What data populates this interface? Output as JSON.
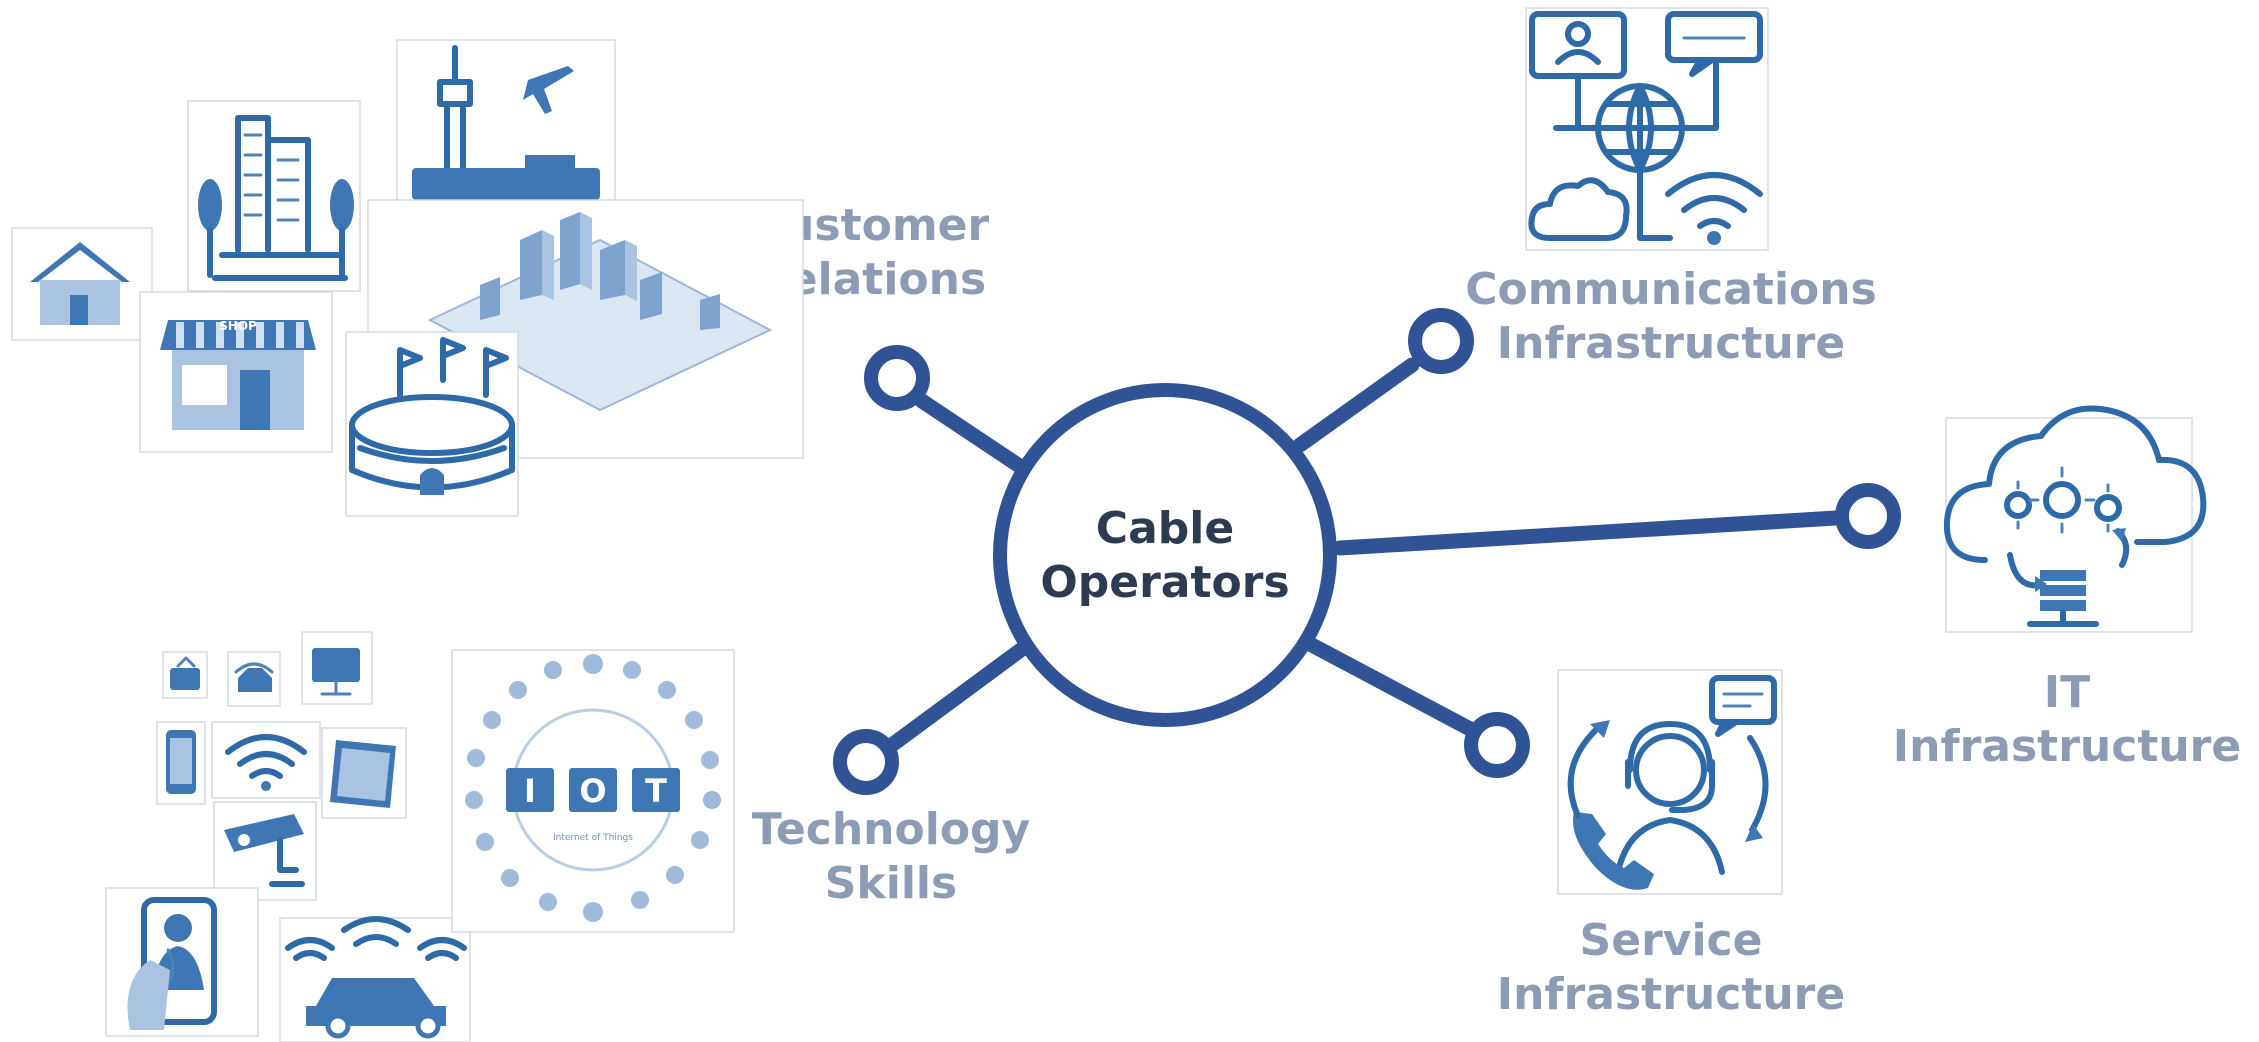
{
  "hub": {
    "line1": "Cable",
    "line2": "Operators"
  },
  "categories": {
    "customer_relations": {
      "line1": "Customer",
      "line2": "Relations"
    },
    "communications_infrastructure": {
      "line1": "Communications",
      "line2": "Infrastructure"
    },
    "it_infrastructure": {
      "line1": "IT",
      "line2": "Infrastructure"
    },
    "service_infrastructure": {
      "line1": "Service",
      "line2": "Infrastructure"
    },
    "technology_skills": {
      "line1": "Technology",
      "line2": "Skills"
    }
  },
  "iot_badge": {
    "letters": [
      "I",
      "O",
      "T"
    ],
    "caption": "Internet of Things"
  },
  "shop_sign": "SHOP",
  "colors": {
    "hub_stroke": "#2f5394",
    "label_gray": "#8d9cb4",
    "hub_text": "#2e3a4f",
    "icon_blue": "#2e6aa8"
  }
}
